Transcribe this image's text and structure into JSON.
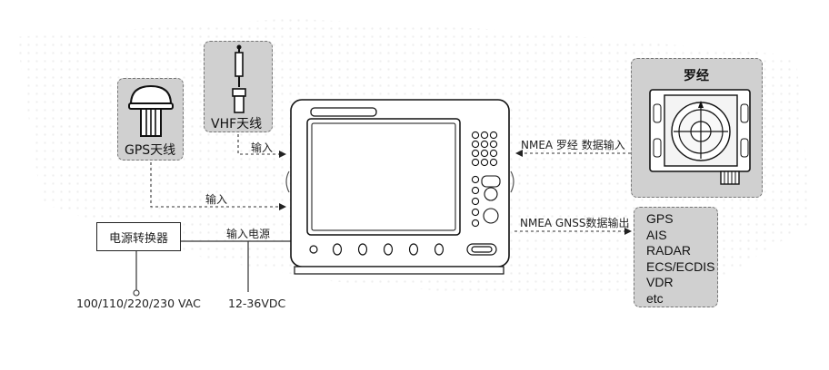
{
  "devices": {
    "gps_antenna": {
      "label": "GPS天线"
    },
    "vhf_antenna": {
      "label": "VHF天线"
    },
    "compass": {
      "label": "罗经"
    },
    "power_converter": {
      "label": "电源转换器"
    }
  },
  "connections": {
    "vhf_input": "输入",
    "gps_input": "输入",
    "power_input": "输入电源",
    "compass_input": "NMEA 罗经 数据输入",
    "gnss_output": "NMEA GNSS数据输出"
  },
  "power": {
    "ac_voltage": "100/110/220/230 VAC",
    "dc_voltage": "12-36VDC"
  },
  "outputs": [
    "GPS",
    "AIS",
    "RADAR",
    "ECS/ECDIS",
    "VDR",
    "etc"
  ]
}
